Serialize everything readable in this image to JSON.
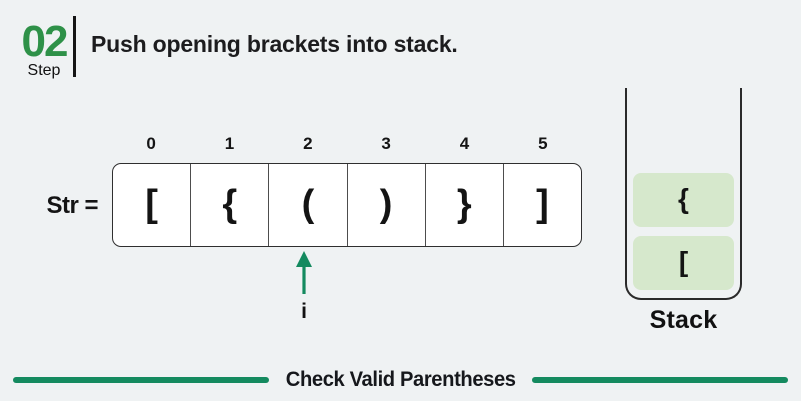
{
  "header": {
    "step_number": "02",
    "step_label": "Step",
    "title": "Push opening brackets into stack."
  },
  "array": {
    "label": "Str =",
    "indices": [
      "0",
      "1",
      "2",
      "3",
      "4",
      "5"
    ],
    "cells": [
      "[",
      "{",
      "(",
      ")",
      "}",
      "]"
    ],
    "pointer_label": "i",
    "pointer_index": 2
  },
  "stack": {
    "items": [
      "{",
      "["
    ],
    "label": "Stack"
  },
  "footer": {
    "caption": "Check Valid Parentheses"
  },
  "colors": {
    "background": "#eff2f3",
    "accent_green": "#2e9148",
    "arrow_green": "#148a5f",
    "line_green": "#148a5f",
    "stack_item_bg": "#d6e8cc",
    "text_dark": "#1c1c1e"
  }
}
